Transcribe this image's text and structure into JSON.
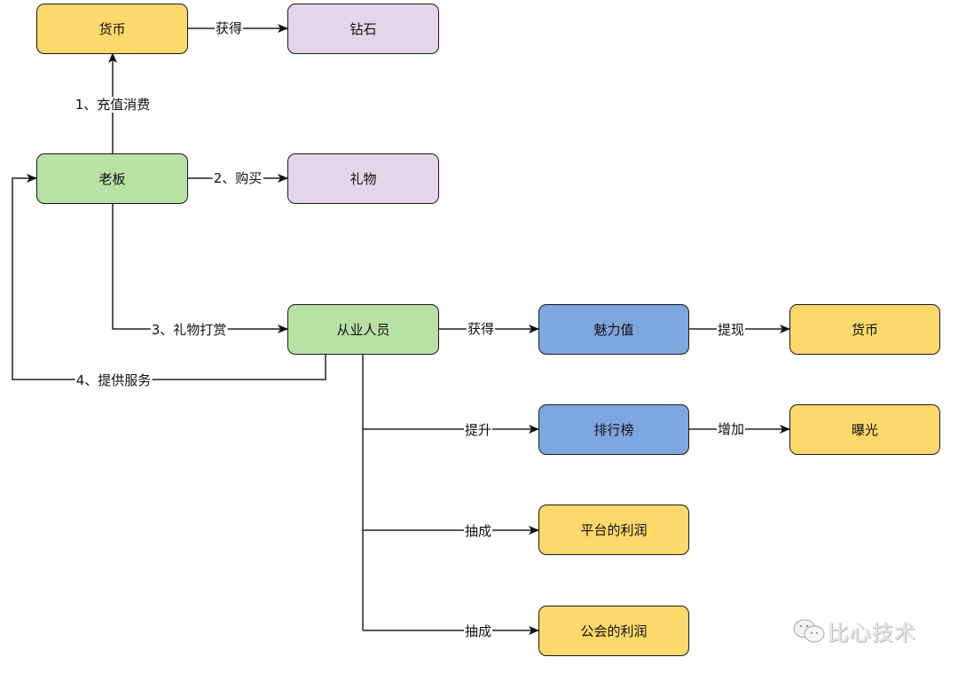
{
  "nodes": {
    "currency_top": {
      "label": "货币",
      "color": "#fdd86a"
    },
    "diamond": {
      "label": "钻石",
      "color": "#e2d6e9"
    },
    "boss": {
      "label": "老板",
      "color": "#b8e1a5"
    },
    "gift": {
      "label": "礼物",
      "color": "#e2d6e9"
    },
    "practitioner": {
      "label": "从业人员",
      "color": "#b8e1a5"
    },
    "charm": {
      "label": "魅力值",
      "color": "#7ea6e0"
    },
    "currency_right": {
      "label": "货币",
      "color": "#fdd86a"
    },
    "ranking": {
      "label": "排行榜",
      "color": "#7ea6e0"
    },
    "exposure": {
      "label": "曝光",
      "color": "#fdd86a"
    },
    "platform_profit": {
      "label": "平台的利润",
      "color": "#fdd86a"
    },
    "guild_profit": {
      "label": "公会的利润",
      "color": "#fdd86a"
    }
  },
  "edges": {
    "recharge": {
      "label": "1、充值消费",
      "from": "boss",
      "to": "currency_top"
    },
    "obtain_diamond": {
      "label": "获得",
      "from": "currency_top",
      "to": "diamond"
    },
    "buy": {
      "label": "2、购买",
      "from": "boss",
      "to": "gift"
    },
    "tip": {
      "label": "3、礼物打赏",
      "from": "boss",
      "to": "practitioner"
    },
    "service": {
      "label": "4、提供服务",
      "from": "practitioner",
      "to": "boss"
    },
    "obtain_charm": {
      "label": "获得",
      "from": "practitioner",
      "to": "charm"
    },
    "withdraw": {
      "label": "提现",
      "from": "charm",
      "to": "currency_right"
    },
    "promote": {
      "label": "提升",
      "from": "practitioner",
      "to": "ranking"
    },
    "increase": {
      "label": "增加",
      "from": "ranking",
      "to": "exposure"
    },
    "commission_platform": {
      "label": "抽成",
      "from": "practitioner",
      "to": "platform_profit"
    },
    "commission_guild": {
      "label": "抽成",
      "from": "practitioner",
      "to": "guild_profit"
    }
  },
  "watermark": {
    "icon": "wechat-icon",
    "text": "比心技术"
  }
}
